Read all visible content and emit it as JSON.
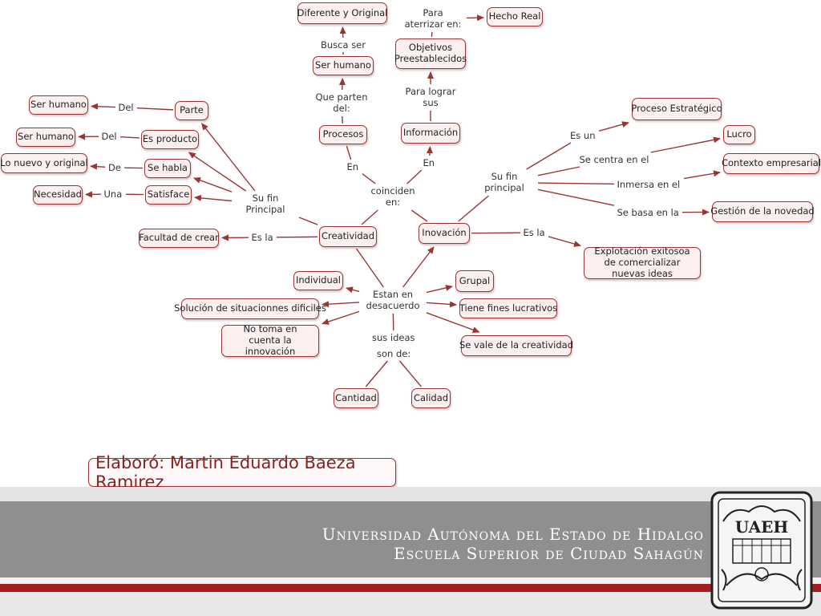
{
  "nodes": [
    {
      "id": "creatividad",
      "text": "Creatividad"
    },
    {
      "id": "inovacion",
      "text": "Inovación"
    },
    {
      "id": "procesos",
      "text": "Procesos"
    },
    {
      "id": "informacion",
      "text": "Información"
    },
    {
      "id": "ser_humano_top",
      "text": "Ser humano"
    },
    {
      "id": "diferente",
      "text": "Diferente y Original"
    },
    {
      "id": "objetivos",
      "text": "Objetivos Preestablecidos"
    },
    {
      "id": "hecho_real",
      "text": "Hecho Real"
    },
    {
      "id": "parte",
      "text": "Parte"
    },
    {
      "id": "es_producto",
      "text": "Es producto"
    },
    {
      "id": "se_habla",
      "text": "Se habla"
    },
    {
      "id": "satisface",
      "text": "Satisface"
    },
    {
      "id": "ser_humano_1",
      "text": "Ser humano"
    },
    {
      "id": "ser_humano_2",
      "text": "Ser humano"
    },
    {
      "id": "lo_nuevo",
      "text": "Lo nuevo y original"
    },
    {
      "id": "necesidad",
      "text": "Necesidad"
    },
    {
      "id": "facultad",
      "text": "Facultad de crear"
    },
    {
      "id": "individual",
      "text": "Individual"
    },
    {
      "id": "solucion",
      "text": "Solución de situacionnes dificiles"
    },
    {
      "id": "no_toma",
      "text": "No toma en cuenta la innovación"
    },
    {
      "id": "grupal",
      "text": "Grupal"
    },
    {
      "id": "fines",
      "text": "Tiene fines lucrativos"
    },
    {
      "id": "se_vale",
      "text": "Se vale de la creatividad"
    },
    {
      "id": "cantidad",
      "text": "Cantidad"
    },
    {
      "id": "calidad",
      "text": "Calidad"
    },
    {
      "id": "proceso_estrategico",
      "text": "Proceso Estratégico"
    },
    {
      "id": "lucro",
      "text": "Lucro"
    },
    {
      "id": "contexto",
      "text": "Contexto empresarial"
    },
    {
      "id": "gestion",
      "text": "Gestión de la novedad"
    },
    {
      "id": "explotacion",
      "text": "Explotación exitosoa de comercializar nuevas ideas"
    }
  ],
  "links": [
    {
      "id": "coinciden",
      "text": "coinciden en:"
    },
    {
      "id": "en_left",
      "text": "En"
    },
    {
      "id": "en_right",
      "text": "En"
    },
    {
      "id": "que_parten",
      "text": "Que parten del:"
    },
    {
      "id": "busca_ser",
      "text": "Busca ser"
    },
    {
      "id": "para_lograr",
      "text": "Para lograr sus"
    },
    {
      "id": "para_aterrizar",
      "text": "Para aterrizar en:"
    },
    {
      "id": "su_fin_left",
      "text": "Su fin Principal"
    },
    {
      "id": "del_1",
      "text": "Del"
    },
    {
      "id": "del_2",
      "text": "Del"
    },
    {
      "id": "de",
      "text": "De"
    },
    {
      "id": "una",
      "text": "Una"
    },
    {
      "id": "es_la_left",
      "text": "Es la"
    },
    {
      "id": "estan",
      "text": "Estan en desacuerdo"
    },
    {
      "id": "sus_ideas",
      "text": "sus ideas"
    },
    {
      "id": "son_de",
      "text": "son de:"
    },
    {
      "id": "su_fin_right",
      "text": "Su fin principal"
    },
    {
      "id": "es_un",
      "text": "Es un"
    },
    {
      "id": "se_centra",
      "text": "Se centra en el"
    },
    {
      "id": "inmersa",
      "text": "Inmersa en el"
    },
    {
      "id": "se_basa",
      "text": "Se basa en la"
    },
    {
      "id": "es_la_right",
      "text": "Es la"
    }
  ],
  "edges": [
    [
      "creatividad",
      "coinciden",
      false
    ],
    [
      "inovacion",
      "coinciden",
      false
    ],
    [
      "coinciden",
      "en_left",
      false
    ],
    [
      "en_left",
      "procesos",
      false
    ],
    [
      "coinciden",
      "en_right",
      false
    ],
    [
      "en_right",
      "informacion",
      true
    ],
    [
      "procesos",
      "que_parten",
      false
    ],
    [
      "que_parten",
      "ser_humano_top",
      true
    ],
    [
      "ser_humano_top",
      "busca_ser",
      false
    ],
    [
      "busca_ser",
      "diferente",
      true
    ],
    [
      "informacion",
      "para_lograr",
      false
    ],
    [
      "para_lograr",
      "objetivos",
      true
    ],
    [
      "objetivos",
      "para_aterrizar",
      false
    ],
    [
      "para_aterrizar",
      "hecho_real",
      true
    ],
    [
      "creatividad",
      "su_fin_left",
      false
    ],
    [
      "su_fin_left",
      "parte",
      true
    ],
    [
      "su_fin_left",
      "es_producto",
      true
    ],
    [
      "su_fin_left",
      "se_habla",
      true
    ],
    [
      "su_fin_left",
      "satisface",
      true
    ],
    [
      "parte",
      "del_1",
      false
    ],
    [
      "del_1",
      "ser_humano_1",
      true
    ],
    [
      "es_producto",
      "del_2",
      false
    ],
    [
      "del_2",
      "ser_humano_2",
      true
    ],
    [
      "se_habla",
      "de",
      false
    ],
    [
      "de",
      "lo_nuevo",
      true
    ],
    [
      "satisface",
      "una",
      false
    ],
    [
      "una",
      "necesidad",
      true
    ],
    [
      "creatividad",
      "es_la_left",
      false
    ],
    [
      "es_la_left",
      "facultad",
      true
    ],
    [
      "creatividad",
      "estan",
      false
    ],
    [
      "estan",
      "inovacion",
      true
    ],
    [
      "estan",
      "individual",
      true
    ],
    [
      "estan",
      "solucion",
      true
    ],
    [
      "estan",
      "no_toma",
      true
    ],
    [
      "estan",
      "grupal",
      true
    ],
    [
      "estan",
      "fines",
      true
    ],
    [
      "estan",
      "se_vale",
      true
    ],
    [
      "estan",
      "sus_ideas",
      false
    ],
    [
      "son_de",
      "cantidad",
      false
    ],
    [
      "son_de",
      "calidad",
      false
    ],
    [
      "inovacion",
      "su_fin_right",
      false
    ],
    [
      "su_fin_right",
      "es_un",
      false
    ],
    [
      "es_un",
      "proceso_estrategico",
      true
    ],
    [
      "su_fin_right",
      "se_centra",
      false
    ],
    [
      "se_centra",
      "lucro",
      true
    ],
    [
      "su_fin_right",
      "inmersa",
      false
    ],
    [
      "inmersa",
      "contexto",
      true
    ],
    [
      "su_fin_right",
      "se_basa",
      false
    ],
    [
      "se_basa",
      "gestion",
      true
    ],
    [
      "inovacion",
      "es_la_right",
      false
    ],
    [
      "es_la_right",
      "explotacion",
      true
    ]
  ],
  "author": "Elaboró: Martin Eduardo Baeza Ramirez",
  "university": "Universidad Autónoma del Estado de Hidalgo",
  "school": "Escuela Superior de Ciudad Sahagún",
  "seal_text": "UAEH",
  "colors": {
    "accent": "#9a3535",
    "node_fill": "#fbefef",
    "band_gray": "#8f8f8f",
    "band_red": "#a31e22"
  }
}
